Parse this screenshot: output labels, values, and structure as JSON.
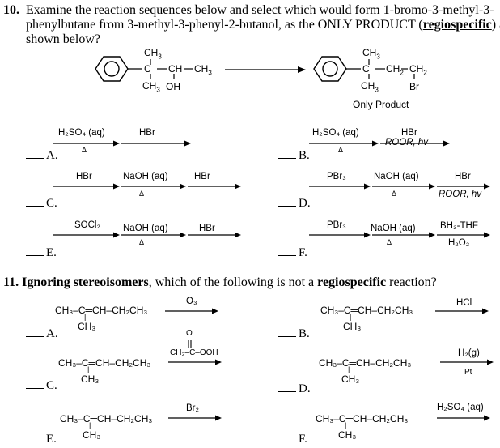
{
  "q10": {
    "number": "10.",
    "line1": "Examine the reaction sequences below and select which would form 1-bromo-3-methyl-3-",
    "line2a": "phenylbutane from 3-methyl-3-phenyl-2-butanol, as the ONLY PRODUCT (",
    "line2b": "regiospecific",
    "line2c": ") as",
    "line3": "shown below?",
    "start": {
      "top": "CH",
      "top_sub": "3",
      "c": "C",
      "ch": "CH",
      "ch3": "CH",
      "ch3_sub": "3",
      "bot": "CH",
      "bot_sub": "3",
      "oh": "OH"
    },
    "product": {
      "top": "CH",
      "top_sub": "3",
      "c": "C",
      "ch2a": "CH",
      "ch2a_sub": "2",
      "ch2b": "CH",
      "ch2b_sub": "2",
      "bot": "CH",
      "bot_sub": "3",
      "br": "Br",
      "label": "Only Product"
    },
    "options": [
      {
        "letter": "A.",
        "reagents": [
          "H₂SO₄ (aq)",
          "Δ",
          "HBr"
        ]
      },
      {
        "letter": "B.",
        "reagents": [
          "H₂SO₄ (aq)",
          "Δ",
          "HBr",
          "ROOR, hv"
        ]
      },
      {
        "letter": "C.",
        "reagents": [
          "HBr",
          "NaOH (aq)",
          "Δ",
          "HBr"
        ]
      },
      {
        "letter": "D.",
        "reagents": [
          "PBr₃",
          "NaOH (aq)",
          "Δ",
          "HBr",
          "ROOR, hv"
        ]
      },
      {
        "letter": "E.",
        "reagents": [
          "SOCl₂",
          "NaOH (aq)",
          "Δ",
          "HBr"
        ]
      },
      {
        "letter": "F.",
        "reagents": [
          "PBr₃",
          "NaOH (aq)",
          "Δ",
          "BH₃-THF",
          "H₂O₂"
        ]
      }
    ]
  },
  "q11": {
    "number": "11.",
    "bold_a": "Ignoring stereoisomers",
    "mid": ", which of the following is not a ",
    "bold_b": "regiospecific",
    "end": " reaction?",
    "alkene": {
      "main": "CH₃–C═CH–CH₂CH₃",
      "branch": "CH₃"
    },
    "options": [
      {
        "letter": "A.",
        "reagent": "O₃"
      },
      {
        "letter": "B.",
        "reagent": "HCl"
      },
      {
        "letter": "C.",
        "reagent": "CH₃–C–OOH",
        "reagent_o": "O"
      },
      {
        "letter": "D.",
        "reagent": "H₂(g)",
        "reagent2": "Pt"
      },
      {
        "letter": "E.",
        "reagent": "Br₂"
      },
      {
        "letter": "F.",
        "reagent": "H₂SO₄ (aq)"
      }
    ]
  }
}
